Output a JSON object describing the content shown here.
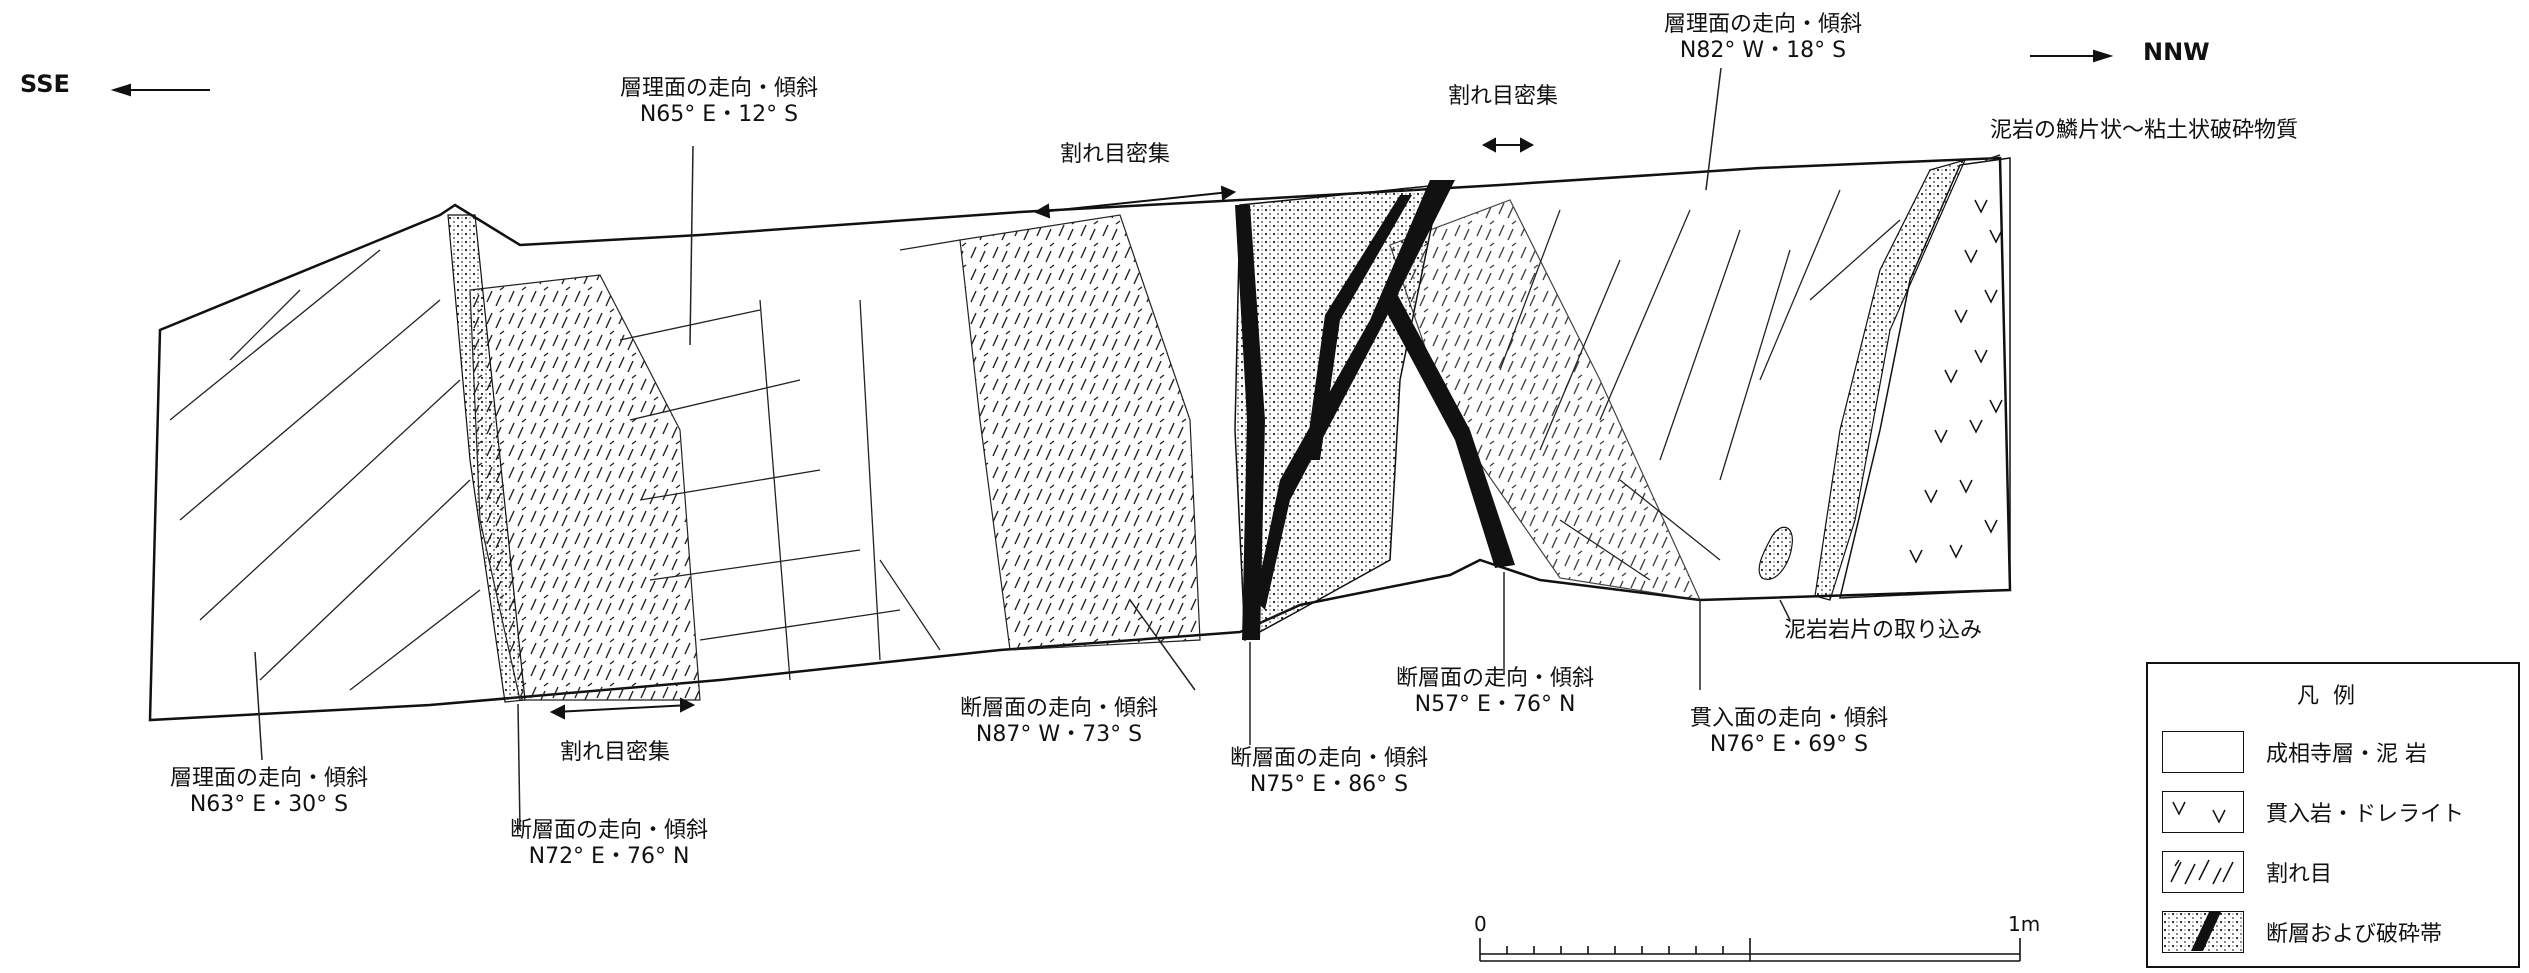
{
  "directions": {
    "left": "SSE",
    "right": "NNW"
  },
  "labels": {
    "bed_top_mid": {
      "a": "層理面の走向・傾斜",
      "b": "N65° E・12° S"
    },
    "bed_top_right": {
      "a": "層理面の走向・傾斜",
      "b": "N82° W・18° S"
    },
    "bed_bottom_left": {
      "a": "層理面の走向・傾斜",
      "b": "N63° E・30° S"
    },
    "fault_left": {
      "a": "断層面の走向・傾斜",
      "b": "N72° E・76° N"
    },
    "fault_mid1": {
      "a": "断層面の走向・傾斜",
      "b": "N87° W・73° S"
    },
    "fault_mid2": {
      "a": "断層面の走向・傾斜",
      "b": "N75° E・86° S"
    },
    "fault_right": {
      "a": "断層面の走向・傾斜",
      "b": "N57° E・76° N"
    },
    "intrusion": {
      "a": "貫入面の走向・傾斜",
      "b": "N76° E・69° S"
    },
    "crack_dense_bottom": "割れ目密集",
    "crack_dense_top_mid": "割れ目密集",
    "crack_dense_top_right": "割れ目密集",
    "mudstone_scaly": "泥岩の鱗片状～粘土状破砕物質",
    "mudstone_fragment": "泥岩岩片の取り込み"
  },
  "legend": {
    "title": "凡例",
    "items": [
      {
        "label": "成相寺層・泥 岩",
        "icon": "blank-swatch"
      },
      {
        "label": "貫入岩・ドレライト",
        "icon": "v-pattern-swatch"
      },
      {
        "label": "割れ目",
        "icon": "crack-pattern-swatch"
      },
      {
        "label": "断層および破砕帯",
        "icon": "fault-zone-swatch"
      }
    ]
  },
  "scale": {
    "start": "0",
    "end": "1m"
  }
}
